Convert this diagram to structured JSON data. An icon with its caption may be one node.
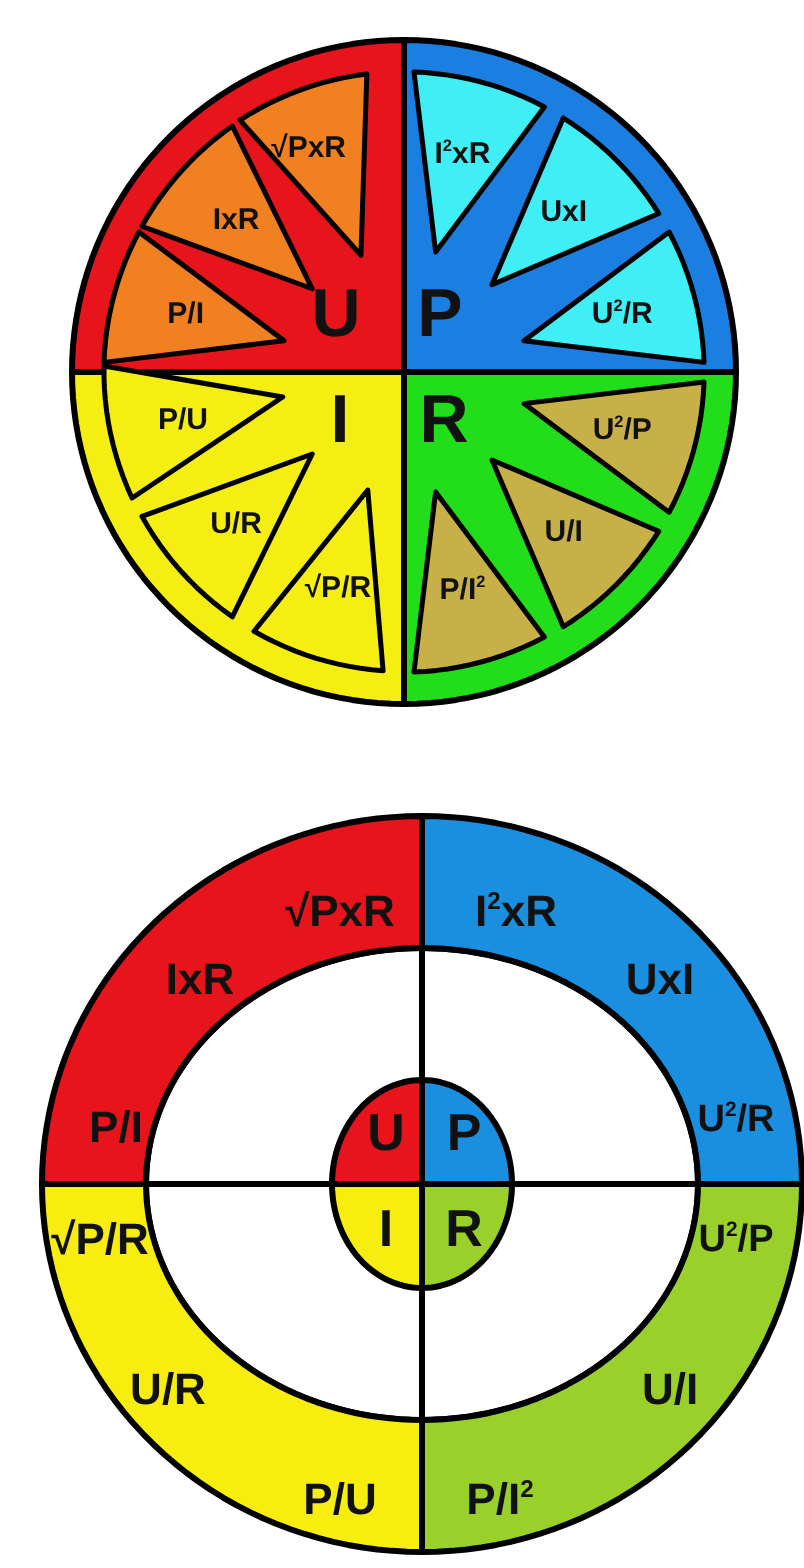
{
  "diagram": {
    "nodes": [
      {
        "text": [
          "U"
        ]
      },
      {
        "text": [
          "√PxR"
        ],
        "in": 0
      },
      {
        "text": [
          "IxR"
        ],
        "in": 0
      },
      {
        "text": [
          "P/I"
        ],
        "in": 0
      },
      {
        "text": [
          "P"
        ]
      },
      {
        "text": [
          "I$^{2}$xR"
        ],
        "in": 4
      },
      {
        "text": [
          "UxI"
        ],
        "in": 4
      },
      {
        "text": [
          "U$^{2}$/R"
        ],
        "in": 4
      },
      {
        "text": [
          "I"
        ]
      },
      {
        "text": [
          "P/U"
        ],
        "in": 8
      },
      {
        "text": [
          "U/R"
        ],
        "in": 8
      },
      {
        "text": [
          "√P/R"
        ],
        "in": 8
      },
      {
        "text": [
          "R"
        ]
      },
      {
        "text": [
          "U$^{2}$/P"
        ],
        "in": 12
      },
      {
        "text": [
          "U/I"
        ],
        "in": 12
      },
      {
        "text": [
          "P/I$^{2}$"
        ],
        "in": 12
      },
      {
        "text": [
          "√PxR",
          "IxR",
          "P/I"
        ]
      },
      {
        "text": [
          "I$^{2}$xR",
          "UxI",
          "U$^{2}$/R"
        ]
      },
      {
        "text": [
          "√P/R",
          "U/R",
          "P/U"
        ]
      },
      {
        "text": [
          "U$^{2}$/P",
          "U/I",
          "P/I$^{2}$"
        ]
      },
      {
        "text": [
          "U"
        ]
      },
      {
        "text": [
          "P"
        ]
      },
      {
        "text": [
          "I"
        ]
      },
      {
        "text": [
          "R"
        ]
      }
    ],
    "edges": []
  }
}
